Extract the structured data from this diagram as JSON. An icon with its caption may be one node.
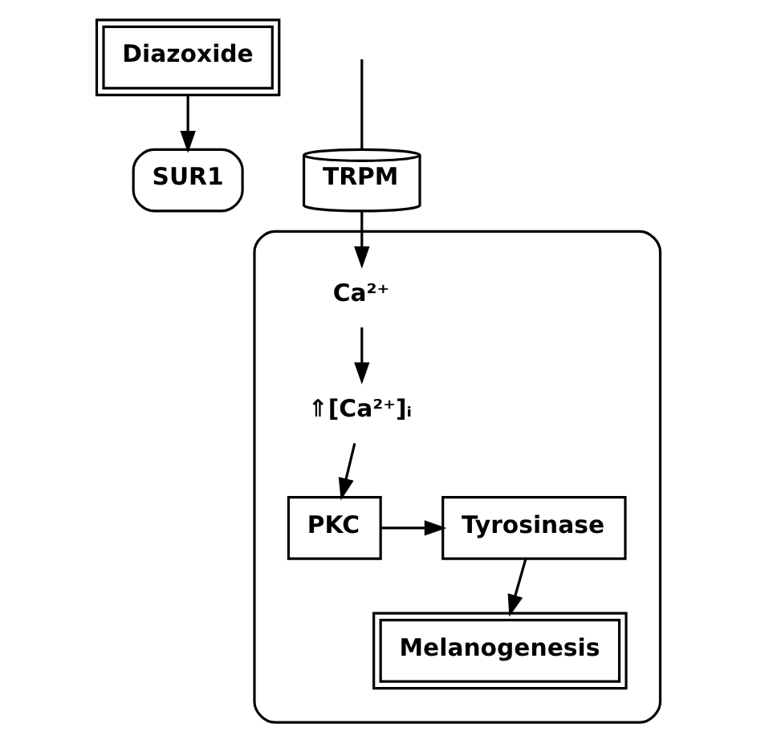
{
  "diagram": {
    "nodes": [
      {
        "text": [
          "Diazoxide"
        ]
      },
      {
        "text": [],
        "shape": "ellipse"
      },
      {
        "text": [
          "SUR1"
        ]
      },
      {
        "text": [
          "TRPM"
        ]
      },
      {
        "text": [
          "Ca²⁺"
        ],
        "in": 1
      },
      {
        "text": [
          "⇑[Ca²⁺]ᵢ"
        ],
        "in": 1
      },
      {
        "text": [
          "PKC"
        ],
        "in": 1
      },
      {
        "text": [
          "Tyrosinase"
        ],
        "in": 1
      },
      {
        "text": [
          "Melanogenesis"
        ],
        "in": 1
      }
    ],
    "edges": [
      {
        "from": 0,
        "to": 2,
        "arrow": "to"
      },
      {
        "from": null,
        "to": 3,
        "arrow": "none"
      },
      {
        "from": 3,
        "to": 4,
        "arrow": "to"
      },
      {
        "from": 4,
        "to": 5,
        "arrow": "to"
      },
      {
        "from": 5,
        "to": 6,
        "arrow": "to"
      },
      {
        "from": 6,
        "to": 7,
        "arrow": "to"
      },
      {
        "from": 7,
        "to": 8,
        "arrow": "to"
      }
    ]
  }
}
